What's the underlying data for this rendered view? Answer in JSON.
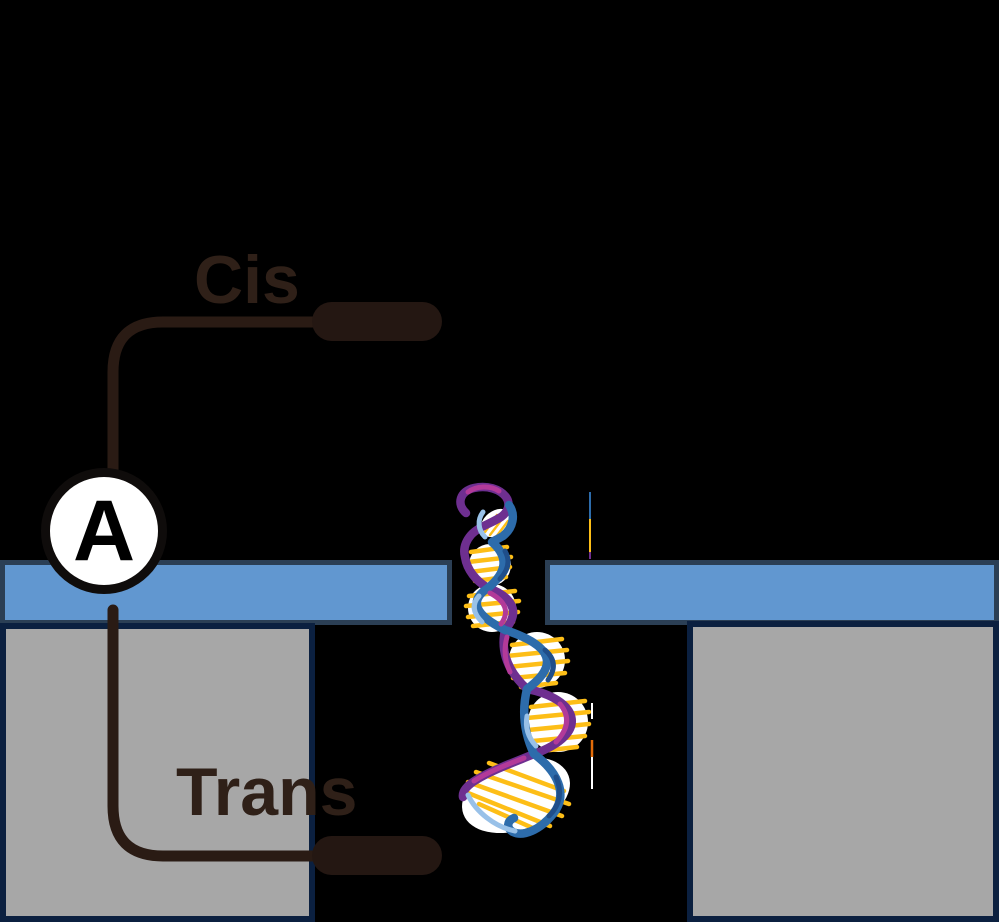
{
  "figure": {
    "labels": {
      "cis": "Cis",
      "trans": "Trans",
      "ammeter": "A"
    },
    "colors": {
      "background": "#000000",
      "membrane_fill": "#6197d0",
      "membrane_border": "#2b3f55",
      "well_fill": "#a7a7a7",
      "well_border": "#0b2040",
      "wire": "#2a1b14",
      "electrode": "#241712",
      "label_text": "#2f2018",
      "ammeter_fill": "#ffffff",
      "ammeter_ring": "#0f0c0b",
      "dna_purple": "#6e2f90",
      "dna_magenta": "#b23a99",
      "dna_blue": "#2d6cab",
      "dna_dark_blue": "#1f4e8a",
      "dna_light_blue": "#99c1e8",
      "dna_yellow": "#fdbe17",
      "dna_white": "#ffffff",
      "thread_orange": "#e36c09"
    }
  }
}
